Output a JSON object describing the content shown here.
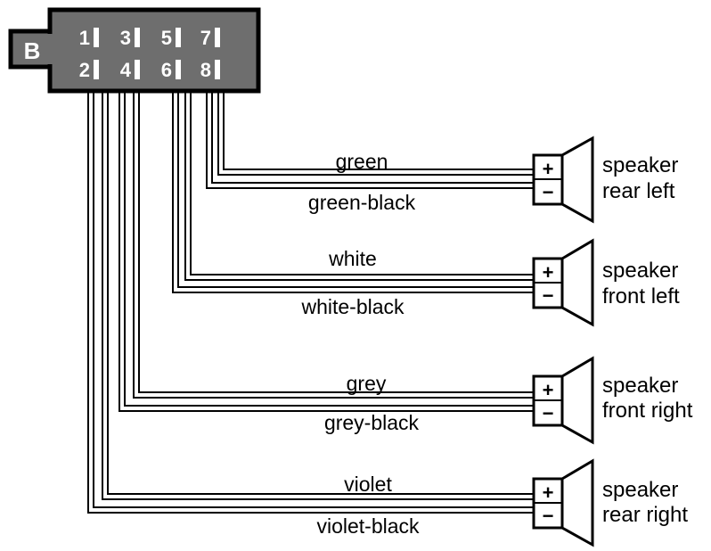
{
  "connector": {
    "letter": "B",
    "pins_top": [
      "1",
      "3",
      "5",
      "7"
    ],
    "pins_bottom": [
      "2",
      "4",
      "6",
      "8"
    ],
    "body_color": "#6e6e6e"
  },
  "speakers": [
    {
      "wire_pos": "green",
      "wire_neg": "green-black",
      "line1": "speaker",
      "line2": "rear left",
      "plus": "+",
      "minus": "−"
    },
    {
      "wire_pos": "white",
      "wire_neg": "white-black",
      "line1": "speaker",
      "line2": "front left",
      "plus": "+",
      "minus": "−"
    },
    {
      "wire_pos": "grey",
      "wire_neg": "grey-black",
      "line1": "speaker",
      "line2": "front right",
      "plus": "+",
      "minus": "−"
    },
    {
      "wire_pos": "violet",
      "wire_neg": "violet-black",
      "line1": "speaker",
      "line2": "rear right",
      "plus": "+",
      "minus": "−"
    }
  ]
}
